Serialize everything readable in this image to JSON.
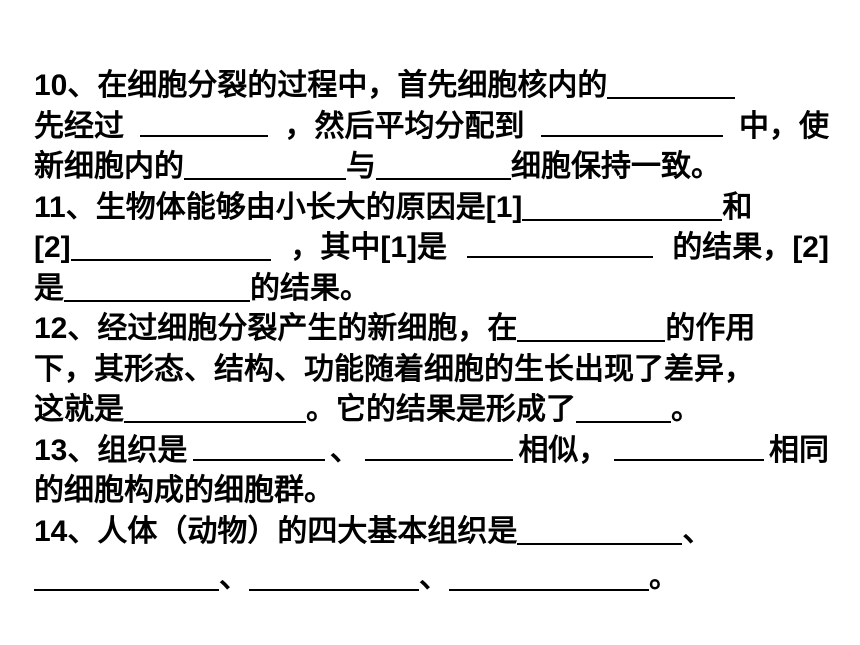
{
  "q10": {
    "number": "10",
    "l1_text": "、在细胞分裂的过程中，首先细胞核内的",
    "l2_a": "先经过",
    "l2_b": "，然后平均分配到",
    "l2_c": "中，使",
    "l3_a": "新细胞内的",
    "l3_b": "与",
    "l3_c": "细胞保持一致。"
  },
  "q11": {
    "number": "11",
    "l1_text": "、生物体能够由小长大的原因是",
    "ref1": "[1]",
    "l1_end": "和",
    "ref2": "[2]",
    "l2_mid": "，其中",
    "ref1_again": "[1]",
    "l2_is": "是",
    "l2_after": "的结果，",
    "ref2_again": "[2]",
    "l3_a": "是",
    "l3_b": "的结果。"
  },
  "q12": {
    "number": "12",
    "l1_a": "、经过细胞分裂产生的新细胞，在",
    "l1_b": "的作用",
    "l2": "下，其形态、结构、功能随着细胞的生长出现了差异，",
    "l3_a": "这就是",
    "l3_b": "。它的结果是形成了",
    "l3_c": "。"
  },
  "q13": {
    "number": "13",
    "l1_a": "、组织是",
    "l1_b": "、",
    "l1_c": "相似，",
    "l1_d": "相同",
    "l2": "的细胞构成的细胞群。"
  },
  "q14": {
    "number": "14",
    "l1_a": "、人体（动物）的四大基本组织是",
    "l1_b": "、",
    "l2_a": "、",
    "l2_b": "、",
    "l2_c": "。"
  }
}
